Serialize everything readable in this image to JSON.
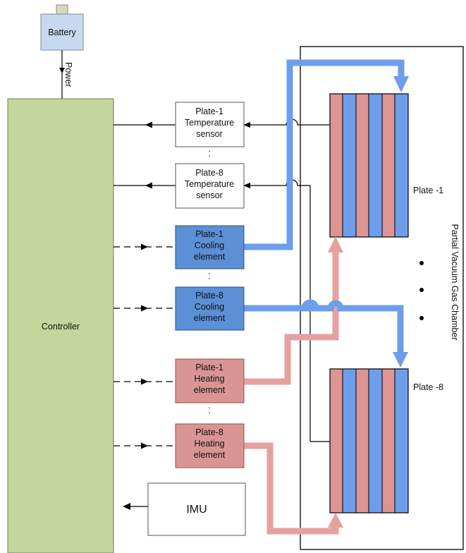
{
  "battery": {
    "label": "Battery"
  },
  "power_label": "Power",
  "controller": {
    "label": "Controller"
  },
  "temperature_sensors": [
    {
      "line1": "Plate-1",
      "line2": "Temperature",
      "line3": "sensor"
    },
    {
      "line1": "Plate-8",
      "line2": "Temperature",
      "line3": "sensor"
    }
  ],
  "cooling_elements": [
    {
      "line1": "Plate-1",
      "line2": "Cooling",
      "line3": "element"
    },
    {
      "line1": "Plate-8",
      "line2": "Cooling",
      "line3": "element"
    }
  ],
  "heating_elements": [
    {
      "line1": "Plate-1",
      "line2": "Heating",
      "line3": "element"
    },
    {
      "line1": "Plate-8",
      "line2": "Heating",
      "line3": "element"
    }
  ],
  "imu": {
    "label": "IMU"
  },
  "plates": [
    {
      "label": "Plate -1"
    },
    {
      "label": "Plate -8"
    }
  ],
  "chamber": {
    "label": "Partial Vacuum Gas Chamber"
  },
  "ellipsis": ".",
  "colors": {
    "battery_fill": "#c6d9f1",
    "battery_cap": "#d8d8c0",
    "controller_fill": "#c3d69b",
    "cooling_fill": "#5b8fd6",
    "heating_fill": "#d99594",
    "cool_pipe": "#6d9eeb",
    "heat_pipe": "#e6a19e",
    "plate_red": "#dc9494",
    "plate_blue": "#6d9eeb"
  }
}
